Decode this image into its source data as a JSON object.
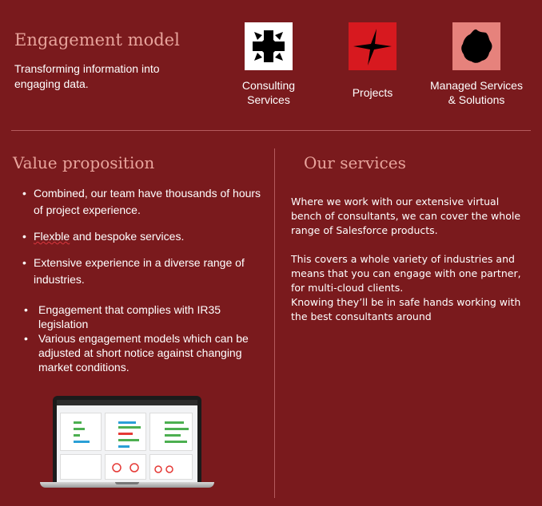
{
  "engagement": {
    "title": "Engagement model",
    "subtitle": "Transforming information into engaging data."
  },
  "tiles": [
    {
      "label_line1": "Consulting",
      "label_line2": "Services",
      "icon": "star-burst-icon",
      "bg": "#ffffff"
    },
    {
      "label_line1": "Projects",
      "label_line2": "",
      "icon": "four-point-star-icon",
      "bg": "#d7191f"
    },
    {
      "label_line1": "Managed Services",
      "label_line2": "& Solutions",
      "icon": "blob-shape-icon",
      "bg": "#e6827c"
    }
  ],
  "value": {
    "title": "Value proposition",
    "bullets": [
      "Combined, our team have thousands of hours of project experience.",
      "Flexble and bespoke services.",
      "Extensive experience in a diverse range of industries.",
      "Engagement that complies with IR35 legislation",
      "Various engagement models which can be adjusted at short notice against changing market conditions."
    ],
    "bullet2_word": "Flexble",
    "bullet2_rest": " and bespoke services."
  },
  "services": {
    "title": "Our services",
    "para1": "Where we work with our extensive virtual bench of consultants, we can cover the whole range of Salesforce products.",
    "para2": "This covers a whole variety of industries and means that you can engage with one partner, for multi-cloud clients.",
    "para3": "Knowing they’ll be in safe hands working with the best consultants around"
  },
  "colors": {
    "background": "#7a1a1d",
    "heading": "#e8a49c",
    "text": "#ffffff"
  }
}
